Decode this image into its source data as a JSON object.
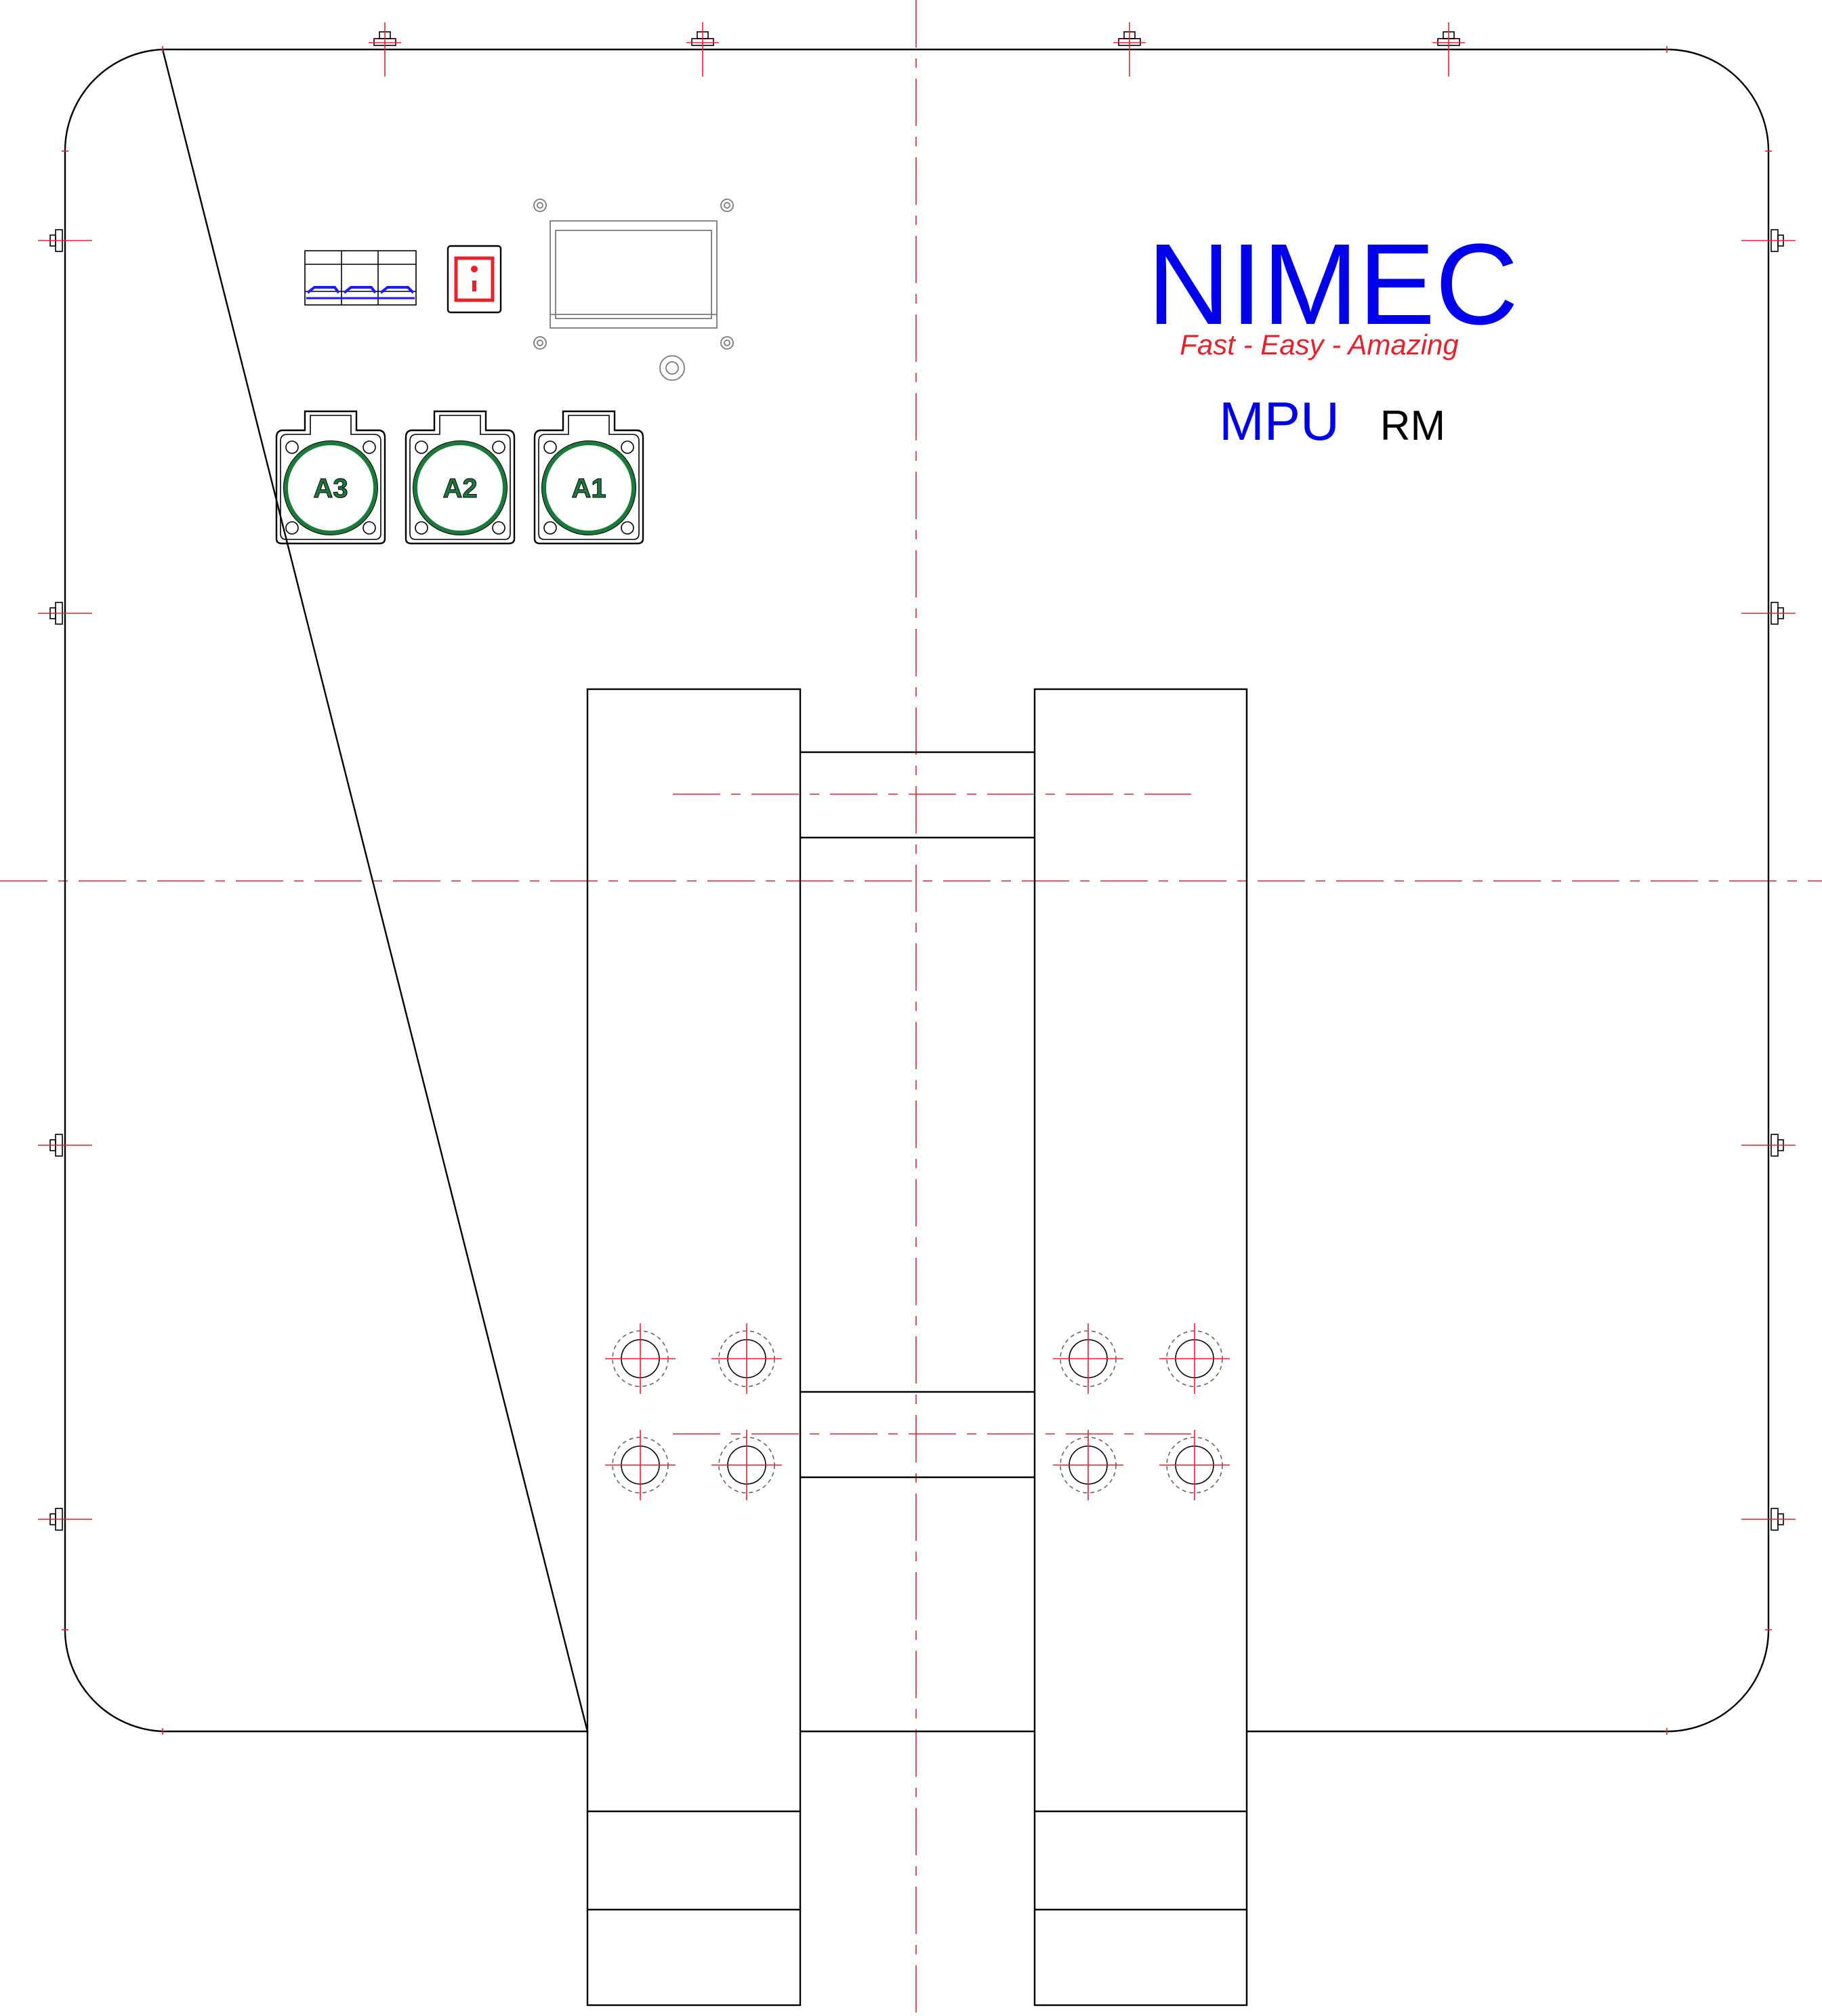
{
  "brand": {
    "name": "NIMEC",
    "tagline": "Fast - Easy - Amazing",
    "model": "MPU",
    "variant": "RM"
  },
  "sockets": [
    {
      "label": "A3"
    },
    {
      "label": "A2"
    },
    {
      "label": "A1"
    }
  ],
  "colors": {
    "outline": "#000000",
    "centerline": "#e8202a",
    "brand_name": "#0000ee",
    "tagline": "#e8202a",
    "model": "#0000ee",
    "variant": "#000000",
    "socket": "#1a7a3a",
    "switch_red": "#e8202a",
    "breaker_blue": "#1a1aff"
  }
}
